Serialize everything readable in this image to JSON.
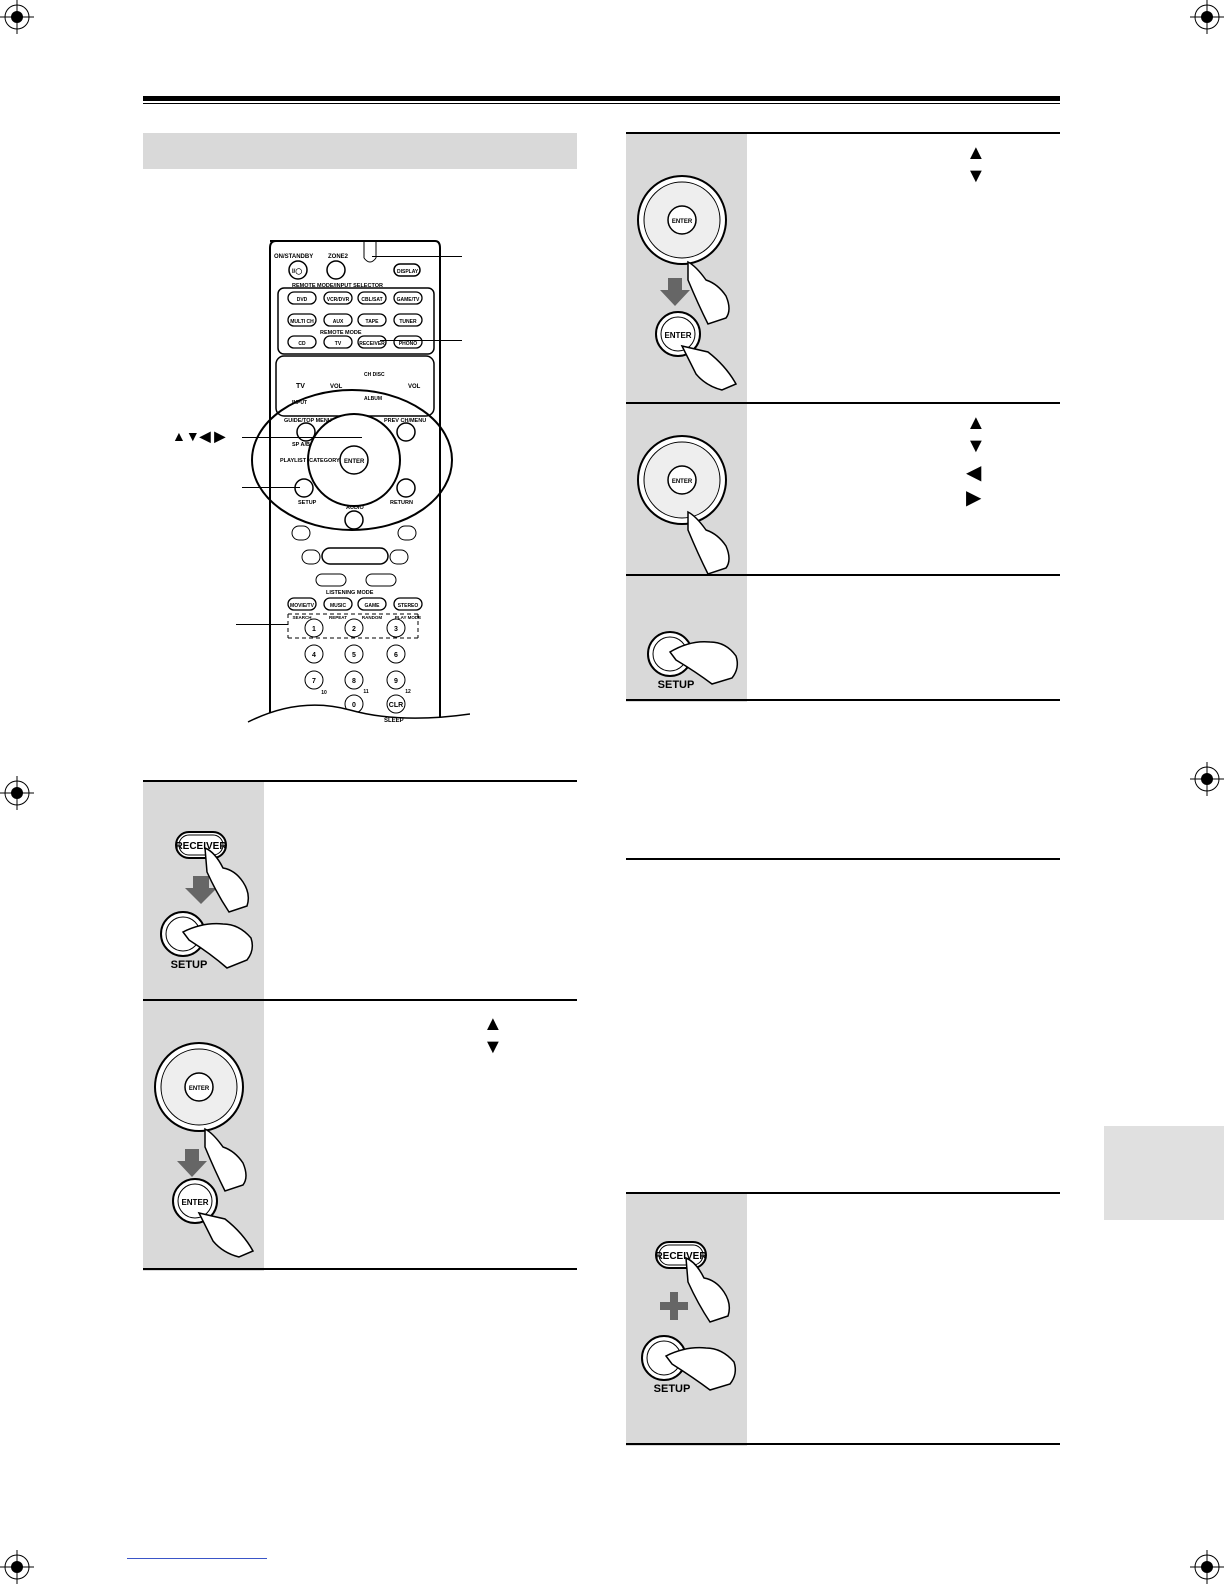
{
  "remote": {
    "top_labels": {
      "on_standby": "ON/STANDBY",
      "zone2": "ZONE2",
      "display": "DISPLAY",
      "power_symbol": "I/◯"
    },
    "selector_header": "REMOTE MODE/INPUT SELECTOR",
    "input_buttons": [
      "DVD",
      "VCR/DVR",
      "CBL/SAT",
      "GAME/TV",
      "MULTI CH",
      "AUX",
      "TAPE",
      "TUNER",
      "CD",
      "TV",
      "RECEIVER",
      "PHONO"
    ],
    "remote_mode_header": "REMOTE MODE",
    "tv_label": "TV",
    "input_label": "INPUT",
    "vol_label": "VOL",
    "ch_disc_label": "CH DISC",
    "album_label": "ALBUM",
    "guide_label": "GUIDE/TOP MENU",
    "prev_label": "PREV CH/MENU",
    "sp_label": "SP A/B",
    "playlist_label": "PLAYLIST /CATEGORY",
    "enter_label": "ENTER",
    "setup_label": "SETUP",
    "return_label": "RETURN",
    "audio_label": "AUDIO",
    "listening_header": "LISTENING MODE",
    "listening_buttons": [
      "MOVIE/TV",
      "MUSIC",
      "GAME",
      "STEREO"
    ],
    "listening_sub": [
      "SEARCH",
      "REPEAT",
      "RANDOM",
      "PLAY MODE"
    ],
    "numbers": [
      "1",
      "2",
      "3",
      "4",
      "5",
      "6",
      "7",
      "8",
      "9",
      "10",
      "0",
      "11",
      "12",
      "CLR"
    ],
    "sleep_label": "SLEEP"
  },
  "callouts": {
    "arrows": "▲▼◀ ▶"
  },
  "steps_left": [
    {
      "buttons": [
        "RECEIVER",
        "SETUP"
      ],
      "arrows": ""
    },
    {
      "buttons": [
        "ENTER",
        "ENTER"
      ],
      "arrows": "▲ ▼"
    }
  ],
  "steps_right": [
    {
      "buttons": [
        "ENTER",
        "ENTER"
      ],
      "arrows": "▲ ▼"
    },
    {
      "buttons": [
        "ENTER"
      ],
      "arrows": "▲ ▼",
      "arrows2": "◀ ▶"
    },
    {
      "buttons": [
        "SETUP"
      ],
      "arrows": ""
    },
    {
      "buttons": [
        "RECEIVER",
        "SETUP"
      ],
      "arrows": ""
    }
  ],
  "colors": {
    "panel_grey": "#d9d9d9",
    "tab_grey": "#e0e0e0",
    "arrow_grey": "#666666"
  }
}
